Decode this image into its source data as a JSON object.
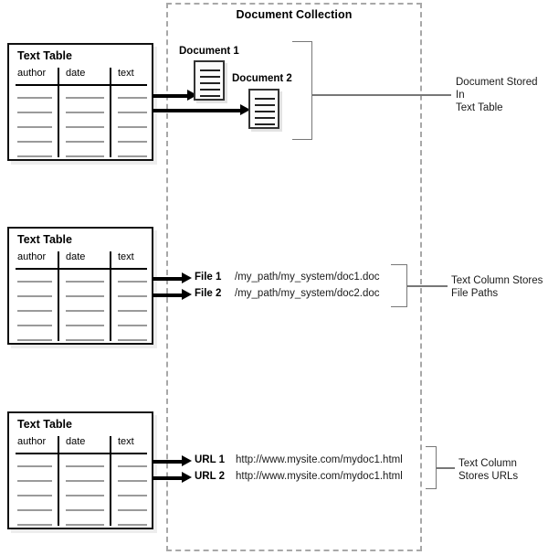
{
  "diagram": {
    "collection": {
      "title": "Document Collection"
    },
    "table_template": {
      "title": "Text Table",
      "columns": [
        "author",
        "date",
        "text"
      ],
      "row_count": 5
    },
    "sections": [
      {
        "id": "stored-in-table",
        "table_title": "Text Table",
        "documents": [
          {
            "label": "Document 1"
          },
          {
            "label": "Document 2"
          }
        ],
        "callout": "Document Stored In\nText Table"
      },
      {
        "id": "file-paths",
        "table_title": "Text Table",
        "items": [
          {
            "key": "File 1",
            "value": "/my_path/my_system/doc1.doc"
          },
          {
            "key": "File 2",
            "value": "/my_path/my_system/doc2.doc"
          }
        ],
        "callout": "Text Column Stores\nFile Paths"
      },
      {
        "id": "urls",
        "table_title": "Text Table",
        "items": [
          {
            "key": "URL 1",
            "value": "http://www.mysite.com/mydoc1.html"
          },
          {
            "key": "URL 2",
            "value": "http://www.mysite.com/mydoc1.html"
          }
        ],
        "callout": "Text Column\nStores URLs"
      }
    ],
    "colors": {
      "table_border": "#111111",
      "row_line": "#9a9a9a",
      "dashed_boundary": "#a8a8a8",
      "arrow": "#000000",
      "bracket": "#777777",
      "text": "#000000",
      "background": "#ffffff"
    }
  }
}
